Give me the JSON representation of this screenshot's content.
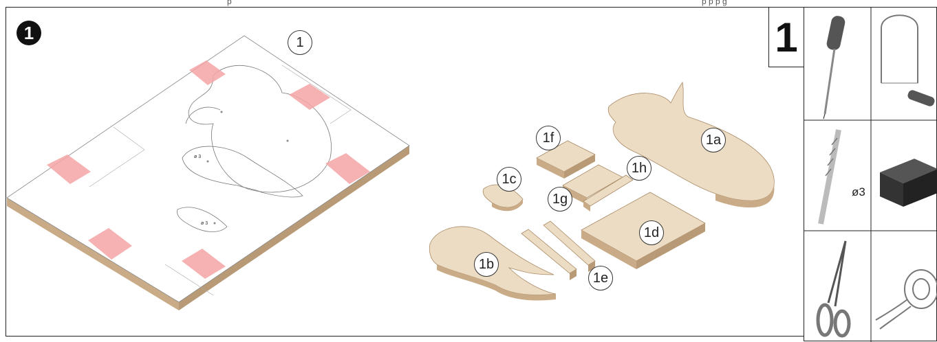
{
  "header": {
    "step_number": "1",
    "step_box_number": "1",
    "truncated_top_text": "p p p g"
  },
  "sheet": {
    "label": "1",
    "hole_labels": [
      "ø 3",
      "ø 3"
    ]
  },
  "parts": [
    {
      "id": "1a"
    },
    {
      "id": "1b"
    },
    {
      "id": "1c"
    },
    {
      "id": "1d"
    },
    {
      "id": "1e"
    },
    {
      "id": "1f"
    },
    {
      "id": "1g"
    },
    {
      "id": "1h"
    }
  ],
  "tools": [
    {
      "name": "awl-icon"
    },
    {
      "name": "fret-saw-icon"
    },
    {
      "name": "drill-bit-icon",
      "label": "ø3"
    },
    {
      "name": "sanding-block-icon"
    },
    {
      "name": "scissors-icon"
    },
    {
      "name": "tape-icon"
    }
  ],
  "colors": {
    "wood_top": "#ecdcc4",
    "wood_side": "#c9ac87",
    "tape": "#f4a5a5"
  }
}
